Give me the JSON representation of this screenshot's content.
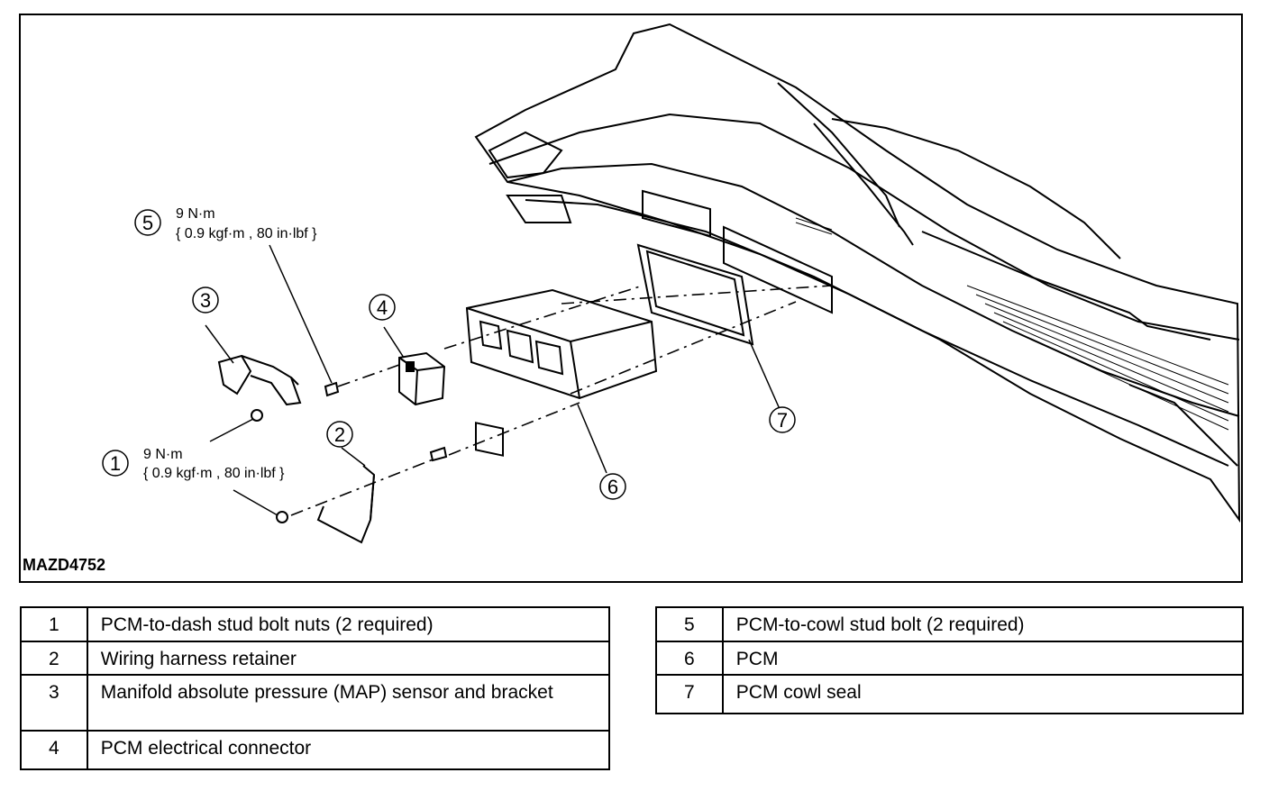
{
  "figure": {
    "code": "MAZD4752",
    "callouts": [
      {
        "num": "1",
        "torque_line1": "9 N·m",
        "torque_line2": "{ 0.9 kgf·m , 80 in·lbf }"
      },
      {
        "num": "2"
      },
      {
        "num": "3"
      },
      {
        "num": "4"
      },
      {
        "num": "5",
        "torque_line1": "9 N·m",
        "torque_line2": "{ 0.9 kgf·m , 80 in·lbf }"
      },
      {
        "num": "6"
      },
      {
        "num": "7"
      }
    ]
  },
  "legend_left": [
    {
      "num": "1",
      "desc": "PCM-to-dash stud bolt nuts (2 required)"
    },
    {
      "num": "2",
      "desc": "Wiring harness retainer"
    },
    {
      "num": "3",
      "desc": "Manifold absolute pressure (MAP) sensor and bracket"
    },
    {
      "num": "4",
      "desc": "PCM electrical connector"
    }
  ],
  "legend_right": [
    {
      "num": "5",
      "desc": "PCM-to-cowl stud bolt (2 required)"
    },
    {
      "num": "6",
      "desc": "PCM"
    },
    {
      "num": "7",
      "desc": "PCM cowl seal"
    }
  ]
}
